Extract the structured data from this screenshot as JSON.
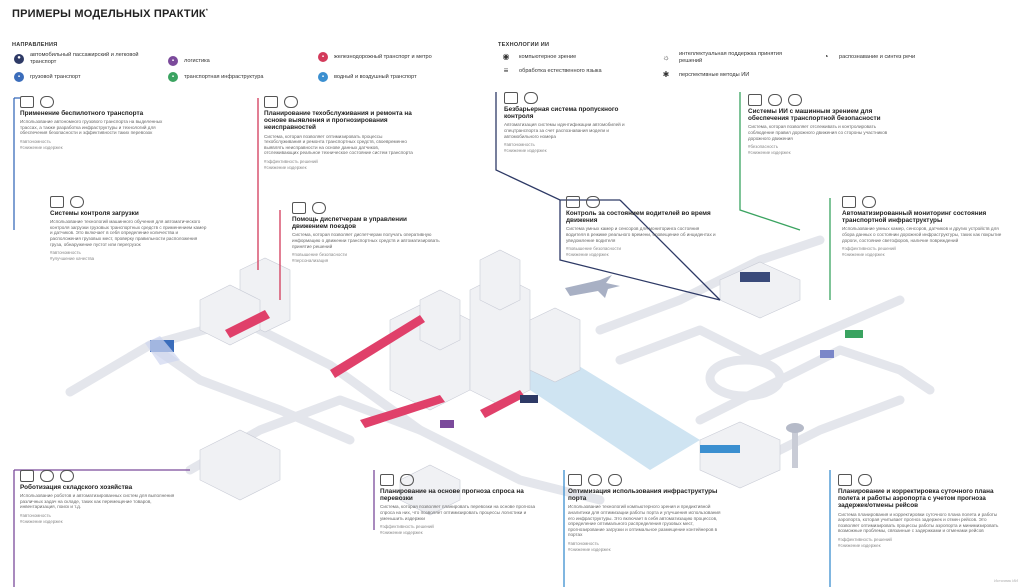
{
  "page": {
    "title": "ПРИМЕРЫ МОДЕЛЬНЫХ ПРАКТИК",
    "title_mark": "*"
  },
  "directions": {
    "label": "НАПРАВЛЕНИЯ",
    "items": [
      {
        "label": "автомобильный пассажирский и легковой транспорт",
        "color": "#2e3a66",
        "icon": "car-icon"
      },
      {
        "label": "грузовой транспорт",
        "color": "#3b6dbb",
        "icon": "truck-icon"
      },
      {
        "label": "логистика",
        "color": "#7b4a9b",
        "icon": "box-icon"
      },
      {
        "label": "транспортная инфраструктура",
        "color": "#3aa360",
        "icon": "road-icon"
      },
      {
        "label": "железнодорожный транспорт и метро",
        "color": "#d33a5b",
        "icon": "train-icon"
      },
      {
        "label": "водный и воздушный транспорт",
        "color": "#3b8fd0",
        "icon": "ship-icon"
      }
    ]
  },
  "technologies": {
    "label": "ТЕХНОЛОГИИ ИИ",
    "items": [
      {
        "label": "компьютерное зрение",
        "icon": "eye-icon"
      },
      {
        "label": "обработка естественного языка",
        "icon": "text-icon"
      },
      {
        "label": "интеллектуальная поддержка принятия решений",
        "icon": "bulb-icon"
      },
      {
        "label": "перспективные методы ИИ",
        "icon": "brain-icon"
      },
      {
        "label": "распознавание и синтез речи",
        "icon": "speech-icon"
      }
    ]
  },
  "cards": [
    {
      "id": "c1",
      "title": "Применение беспилотного транспорта",
      "text": "Использование автономного грузового транспорта на выделенных трассах, а также разработка инфраструктуры и технологий для обеспечения безопасности и эффективности таких перевозок",
      "tags": "#автономность\n#снижение издержек",
      "accent": "#3b6dbb"
    },
    {
      "id": "c2",
      "title": "Планирование техобслуживания и ремонта на основе выявления и прогнозирования неисправностей",
      "text": "Система, которая позволяет оптимизировать процессы техобслуживания и ремонта транспортных средств, своевременно выявлять неисправности на основе данных датчиков, отслеживающих реальное техническое состояние систем транспорта",
      "tags": "#эффективность решений\n#снижение издержек",
      "accent": "#d33a5b"
    },
    {
      "id": "c3",
      "title": "Безбарьерная система пропускного контроля",
      "text": "Автоматизация системы идентификации автомобилей и спецтранспорта за счет распознавания модели и автомобильного номера",
      "tags": "#автономность\n#снижение издержек",
      "accent": "#2e3a66"
    },
    {
      "id": "c4",
      "title": "Системы ИИ с машинным зрением для обеспечения транспортной безопасности",
      "text": "Система, которая позволяет отслеживать и контролировать соблюдение правил дорожного движения со стороны участников дорожного движения",
      "tags": "#безопасность\n#снижение издержек",
      "accent": "#3aa360"
    },
    {
      "id": "c5",
      "title": "Системы контроля загрузки",
      "text": "Использование технологий машинного обучения для автоматического контроля загрузки грузовых транспортных средств с применением камер и датчиков. Это включает в себя определение количества и расположения грузовых мест, проверку правильности расположения груза, обнаружение пустот или перегрузок",
      "tags": "#автономность\n#улучшение качества",
      "accent": "#3b6dbb"
    },
    {
      "id": "c6",
      "title": "Помощь диспетчерам в управлении движением поездов",
      "text": "Система, которая позволяет диспетчерам получать оперативную информацию о движении транспортных средств и автоматизировать принятие решений",
      "tags": "#повышение безопасности\n#персонализация",
      "accent": "#d33a5b"
    },
    {
      "id": "c7",
      "title": "Контроль за состоянием водителей во время движения",
      "text": "Система умных камер и сенсоров для мониторинга состояния водителя в режиме реального времени, оповещение об инцидентах и уведомление водителя",
      "tags": "#повышение безопасности\n#снижение издержек",
      "accent": "#2e3a66"
    },
    {
      "id": "c8",
      "title": "Автоматизированный мониторинг состояния транспортной инфраструктуры",
      "text": "Использование умных камер, сенсоров, датчиков и других устройств для сбора данных о состоянии дорожной инфраструктуры, таких как покрытие дороги, состояние светофоров, наличие повреждений",
      "tags": "#эффективность решений\n#снижение издержек",
      "accent": "#3aa360"
    },
    {
      "id": "c9",
      "title": "Роботизация складского хозяйства",
      "text": "Использование роботов и автоматизированных систем для выполнения различных задач на складе, таких как перемещение товаров, инвентаризация, поиск и т.д.",
      "tags": "#автономность\n#снижение издержек",
      "accent": "#7b4a9b"
    },
    {
      "id": "c10",
      "title": "Планирование на основе прогноза спроса на перевозки",
      "text": "Система, которая позволяет планировать перевозки на основе прогноза спроса на них, что позволяет оптимизировать процессы логистики и уменьшить издержки",
      "tags": "#эффективность решений\n#снижение издержек",
      "accent": "#7b4a9b"
    },
    {
      "id": "c11",
      "title": "Оптимизация использования инфраструктуры порта",
      "text": "Использование технологий компьютерного зрения и предиктивной аналитики для оптимизации работы порта и улучшения использования его инфраструктуры. Это включает в себя автоматизацию процессов, определение оптимального распределения грузовых мест, прогнозирование загрузки и оптимальное размещение контейнеров в портах",
      "tags": "#автономность\n#снижение издержек",
      "accent": "#3b8fd0"
    },
    {
      "id": "c12",
      "title": "Планирование и корректировка суточного плана полета и работы аэропорта с учетом прогноза задержек/отмены рейсов",
      "text": "Система планирования и корректировки суточного плана полета и работы аэропорта, которая учитывает прогноз задержек и отмен рейсов. Это позволяет оптимизировать процессы работы аэропорта и минимизировать возможные проблемы, связанные с задержками и отменами рейсов",
      "tags": "#эффективность решений\n#снижение издержек",
      "accent": "#3b8fd0"
    }
  ],
  "footer": {
    "note": "Источник ИИ"
  }
}
